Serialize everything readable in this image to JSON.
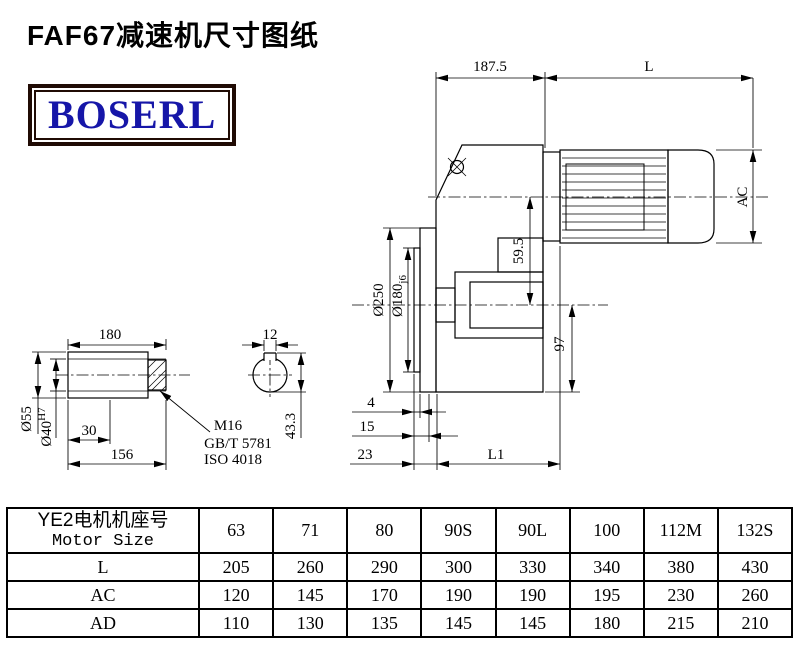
{
  "page": {
    "title": "FAF67减速机尺寸图纸",
    "logo_text": "BOSERL"
  },
  "drawing": {
    "dim_187_5": "187.5",
    "dim_L": "L",
    "dim_AC": "AC",
    "dim_250": "Ø250",
    "dim_180_dia": "Ø180",
    "dim_180_tol": "j6",
    "dim_59_5": "59.5",
    "dim_97": "97",
    "dim_4": "4",
    "dim_15": "15",
    "dim_23": "23",
    "dim_L1": "L1",
    "dim_shaft_len": "180",
    "dim_key_w": "12",
    "dim_55": "Ø55",
    "dim_40_dia": "Ø40",
    "dim_40_tol": "H7",
    "dim_30": "30",
    "dim_156": "156",
    "thread_callout": "M16",
    "standard_1": "GB/T 5781",
    "standard_2": "ISO 4018",
    "dim_43_3": "43.3"
  },
  "table": {
    "header_cn": "YE2电机机座号",
    "header_en": "Motor Size",
    "motor_sizes": [
      "63",
      "71",
      "80",
      "90S",
      "90L",
      "100",
      "112M",
      "132S"
    ],
    "rows": [
      {
        "label": "L",
        "values": [
          "205",
          "260",
          "290",
          "300",
          "330",
          "340",
          "380",
          "430"
        ]
      },
      {
        "label": "AC",
        "values": [
          "120",
          "145",
          "170",
          "190",
          "190",
          "195",
          "230",
          "260"
        ]
      },
      {
        "label": "AD",
        "values": [
          "110",
          "130",
          "135",
          "145",
          "145",
          "180",
          "215",
          "210"
        ]
      }
    ]
  }
}
